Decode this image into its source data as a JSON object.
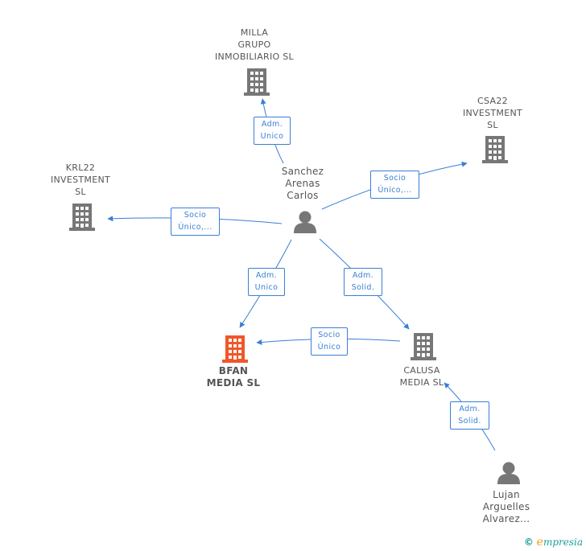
{
  "nodes": {
    "milla": {
      "label": "MILLA\nGRUPO\nINMOBILIARIO SL",
      "kind": "company"
    },
    "csa22": {
      "label": "CSA22\nINVESTMENT\nSL",
      "kind": "company"
    },
    "krl22": {
      "label": "KRL22\nINVESTMENT\nSL",
      "kind": "company"
    },
    "sanchez": {
      "label": "Sanchez\nArenas\nCarlos",
      "kind": "person"
    },
    "bfan": {
      "label": "BFAN\nMEDIA SL",
      "kind": "company-main"
    },
    "calusa": {
      "label": "CALUSA\nMEDIA SL",
      "kind": "company"
    },
    "lujan": {
      "label": "Lujan\nArguelles\nAlvarez...",
      "kind": "person"
    }
  },
  "edges": {
    "sanchez_milla": {
      "label": "Adm.\nUnico"
    },
    "sanchez_csa22": {
      "label": "Socio\nÚnico,..."
    },
    "sanchez_krl22": {
      "label": "Socio\nÚnico,..."
    },
    "sanchez_bfan": {
      "label": "Adm.\nUnico"
    },
    "sanchez_calusa": {
      "label": "Adm.\nSolid."
    },
    "calusa_bfan": {
      "label": "Socio\nÚnico"
    },
    "lujan_calusa": {
      "label": "Adm.\nSolid."
    }
  },
  "footer": {
    "copyright": "©",
    "brand_e": "e",
    "brand_rest": "mpresia"
  },
  "colors": {
    "edge": "#3a7fd5",
    "node": "#777777",
    "main_node": "#f0572a"
  }
}
